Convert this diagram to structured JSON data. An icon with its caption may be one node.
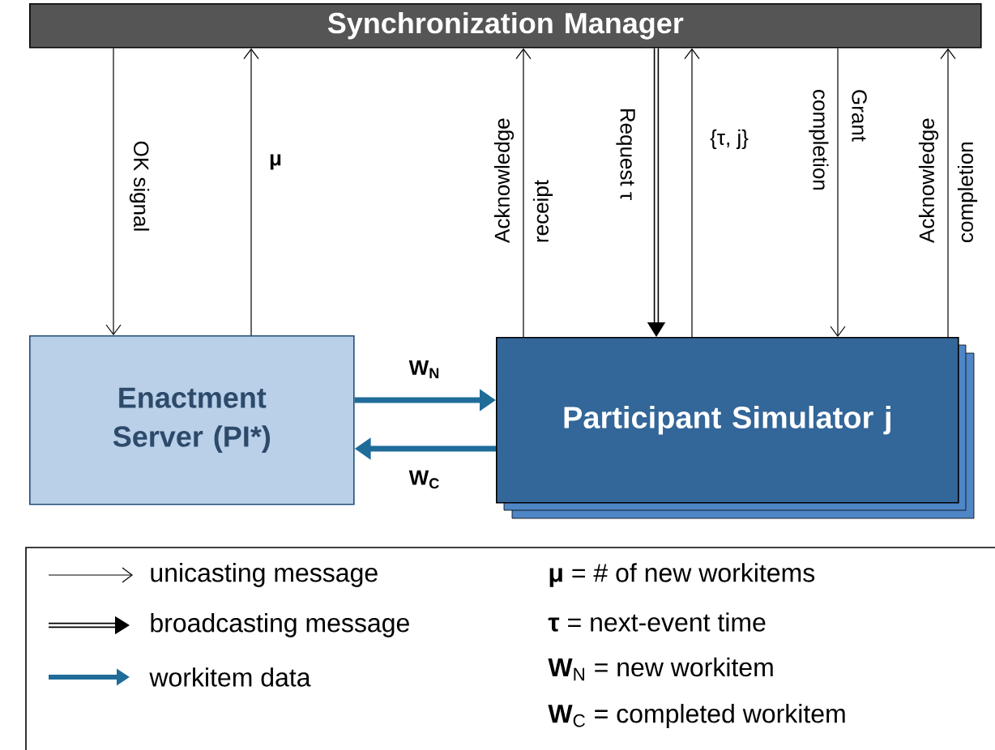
{
  "diagram": {
    "nodes": [
      {
        "text": [
          "Synchronization Manager"
        ]
      },
      {
        "text": [
          "Enactment Server (PI*)"
        ]
      },
      {
        "text": [
          "Participant Simulator j"
        ]
      }
    ],
    "edges": [
      {
        "from": 0,
        "to": 1,
        "arrow": "to",
        "label": "OK signal"
      },
      {
        "from": 1,
        "to": 0,
        "arrow": "to",
        "label": "μ"
      },
      {
        "from": 2,
        "to": 0,
        "arrow": "to",
        "label": "Acknowledge receipt"
      },
      {
        "from": 0,
        "to": 2,
        "arrow": "to",
        "label": "Request τ",
        "style": "thick"
      },
      {
        "from": 2,
        "to": 0,
        "arrow": "to",
        "label": "{τ, j}"
      },
      {
        "from": 0,
        "to": 2,
        "arrow": "to",
        "label": "Grant completion"
      },
      {
        "from": 2,
        "to": 0,
        "arrow": "to",
        "label": "Acknowledge completion"
      },
      {
        "from": 1,
        "to": 2,
        "arrow": "to",
        "label": "W$_{N}$",
        "style": "thick",
        "color": "#1f6c99"
      },
      {
        "from": 2,
        "to": 1,
        "arrow": "to",
        "label": "W$_{C}$",
        "style": "thick",
        "color": "#1f6c99"
      }
    ],
    "labels": [
      "**μ** = # of new workitems",
      "**τ** = next-event time",
      "**W**$_{N}$ = new workitem",
      "**W**$_{C}$ = completed workitem"
    ],
    "legend": [
      {
        "text": "unicasting message"
      },
      {
        "text": "broadcasting message"
      },
      {
        "text": "workitem data"
      }
    ]
  }
}
